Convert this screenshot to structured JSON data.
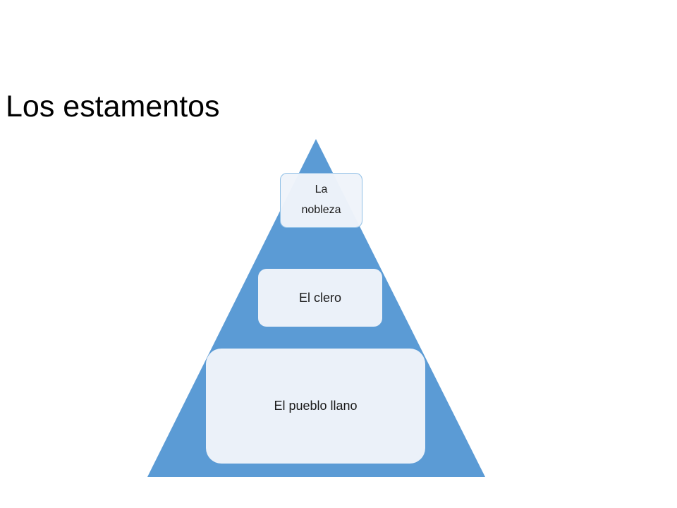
{
  "slide": {
    "title": "Los estamentos"
  },
  "pyramid": {
    "fill_color": "#5b9bd5",
    "box_color": "#eff4fa",
    "levels": [
      {
        "label": "La nobleza"
      },
      {
        "label": "El clero"
      },
      {
        "label": "El pueblo llano"
      }
    ]
  }
}
